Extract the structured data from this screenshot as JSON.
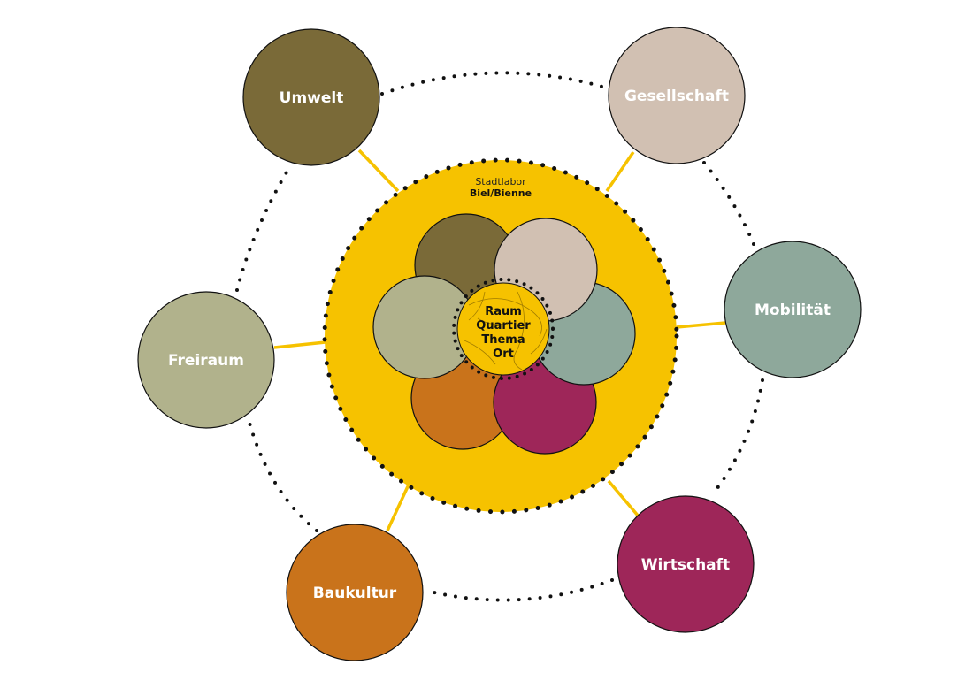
{
  "hub": {
    "line1": "Stadtlabor",
    "line2": "Biel/Bienne",
    "color": "#f6c200"
  },
  "core": {
    "lines": [
      "Raum",
      "Quartier",
      "Thema",
      "Ort"
    ],
    "color": "#f6c200"
  },
  "nodes": [
    {
      "id": "umwelt",
      "label": "Umwelt",
      "color": "#7a6a38"
    },
    {
      "id": "gesellschaft",
      "label": "Gesellschaft",
      "color": "#d1c0b2"
    },
    {
      "id": "mobilitaet",
      "label": "Mobilität",
      "color": "#8ea89b"
    },
    {
      "id": "wirtschaft",
      "label": "Wirtschaft",
      "color": "#9e2659"
    },
    {
      "id": "baukultur",
      "label": "Baukultur",
      "color": "#c9731b"
    },
    {
      "id": "freiraum",
      "label": "Freiraum",
      "color": "#b1b28c"
    }
  ],
  "connector_color": "#f6c200"
}
